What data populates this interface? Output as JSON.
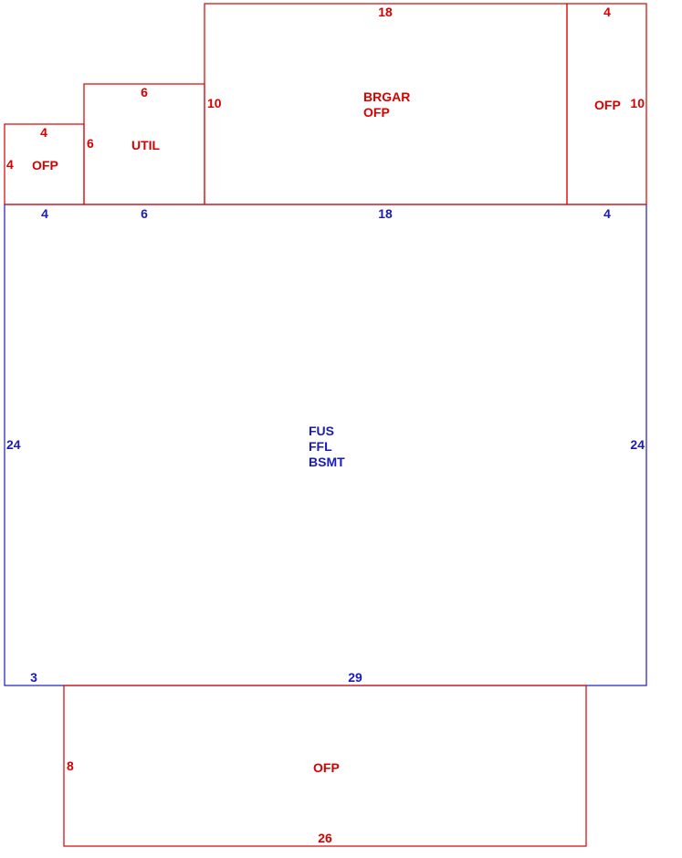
{
  "colors": {
    "addition": "#d60000",
    "main": "#1a1abf"
  },
  "sketch": {
    "main_area": {
      "labels": [
        "FUS",
        "FFL",
        "BSMT"
      ],
      "dim_top_segments": [
        "4",
        "6",
        "18",
        "4"
      ],
      "dim_left": "24",
      "dim_right": "24",
      "dim_bottom_left": "3",
      "dim_bottom": "29"
    },
    "ofp_left": {
      "labels": [
        "OFP"
      ],
      "dim_top": "4",
      "dim_left": "4"
    },
    "util": {
      "labels": [
        "UTIL"
      ],
      "dim_top": "6",
      "dim_left": "6"
    },
    "brgar": {
      "labels": [
        "BRGAR",
        "OFP"
      ],
      "dim_top": "18",
      "dim_left": "10"
    },
    "ofp_right": {
      "labels": [
        "OFP"
      ],
      "dim_top": "4",
      "dim_right": "10"
    },
    "ofp_bottom": {
      "labels": [
        "OFP"
      ],
      "dim_left": "8",
      "dim_bottom": "26"
    }
  }
}
